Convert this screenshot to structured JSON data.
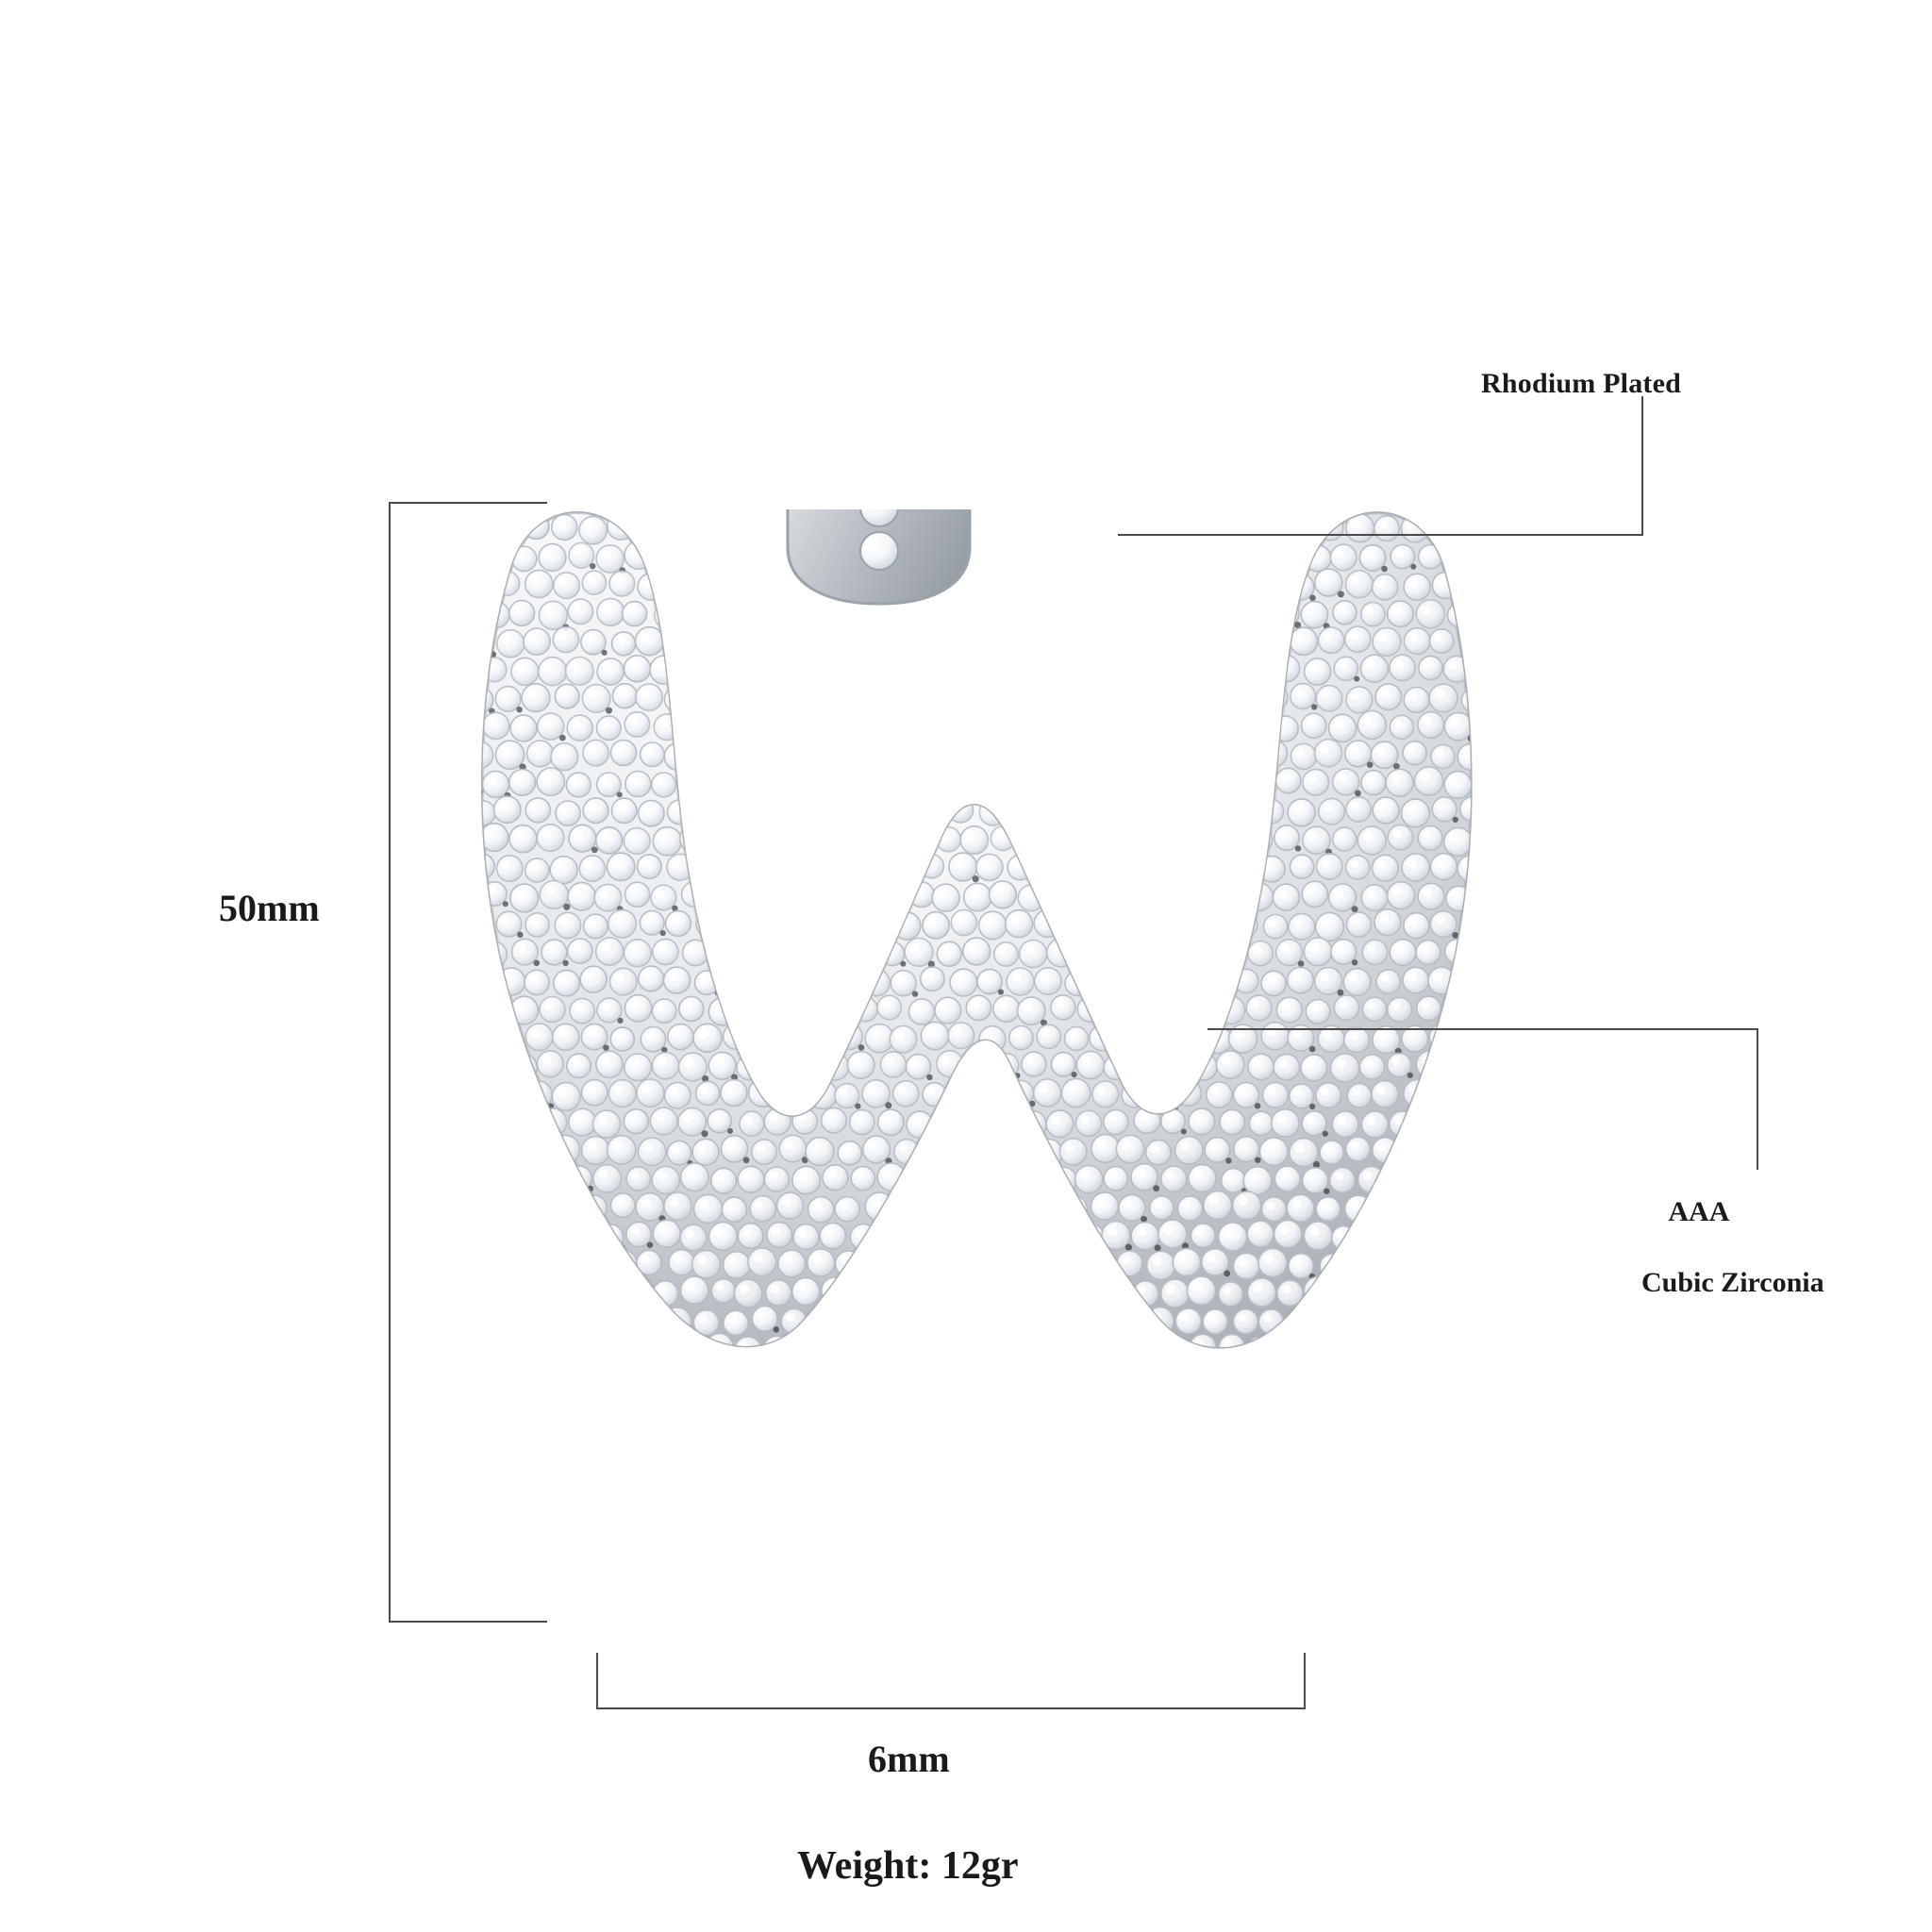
{
  "image": {
    "subject": "bubble-letter-w-pendant",
    "background_color": "#ffffff",
    "line_color": "#4a4a4a",
    "text_color": "#1a1a1a",
    "metal_color": "#e9ecef",
    "stone_color": "#ffffff"
  },
  "annotations": {
    "rhodium": "Rhodium Plated",
    "cz_line1": "AAA",
    "cz_line2": "Cubic Zirconia"
  },
  "dimensions": {
    "height": "50mm",
    "width": "6mm",
    "weight": "Weight: 12gr"
  }
}
